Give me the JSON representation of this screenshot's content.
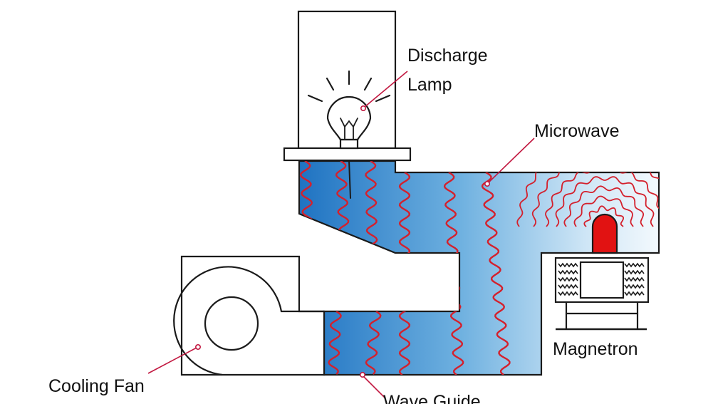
{
  "labels": {
    "discharge_lamp_line1": "Discharge",
    "discharge_lamp_line2": "Lamp",
    "microwave": "Microwave",
    "magnetron": "Magnetron",
    "cooling_fan": "Cooling Fan",
    "wave_guide": "Wave Guide"
  },
  "colors": {
    "outline": "#1a1a1a",
    "wave": "#d4202c",
    "leader_line": "#c21840",
    "guide_dark": "#1a6fbf",
    "guide_light": "#eef6fc",
    "magnetron_cap": "#e11212"
  },
  "icons": [
    "light-bulb-icon",
    "magnetron-icon",
    "cooling-fan-icon"
  ]
}
